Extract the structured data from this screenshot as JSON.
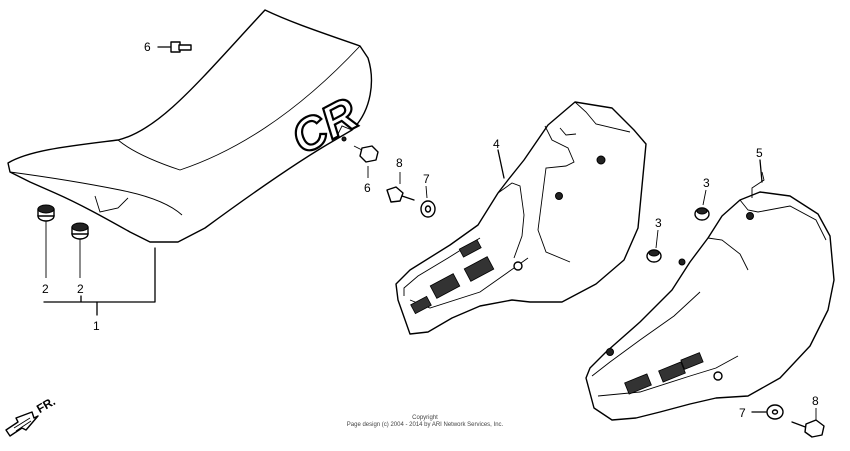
{
  "diagram": {
    "brand_mark": "CR",
    "direction_label": "FR.",
    "callouts": {
      "seat": "1",
      "cushion_left": "2",
      "cushion_right": "2",
      "grommet_left": "3",
      "grommet_right": "3",
      "right_side_cover": "4",
      "left_side_cover": "5",
      "bolt_top": "6",
      "bolt_mid": "6",
      "washer_mid": "7",
      "washer_low": "7",
      "screw_mid": "8",
      "screw_low": "8"
    }
  },
  "footer": {
    "line1": "Copyright",
    "line2": "Page design (c) 2004 - 2014 by ARI Network Services, Inc."
  }
}
